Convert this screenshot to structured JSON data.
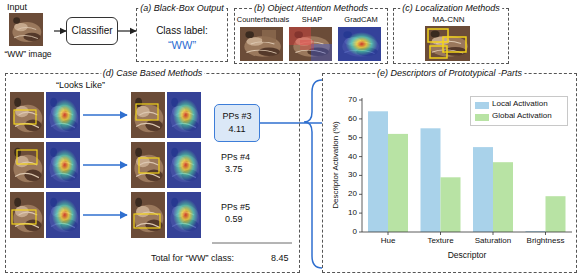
{
  "diagram": {
    "nodes": [
      {
        "text": [
          "Input",
          "“WW” image"
        ]
      },
      {
        "text": [
          "Classifier"
        ]
      },
      {
        "text": [
          "(a) Black-Box Output",
          "Class label:",
          "“WW”"
        ]
      },
      {
        "text": [
          "(b) Object Attention Methods",
          "Counterfactuals",
          "SHAP",
          "GradCAM"
        ]
      },
      {
        "text": [
          "(c) Localization Methods",
          "MA-CNN"
        ]
      },
      {
        "text": [
          "(d) Case Based Methods",
          "“Looks Like”",
          "Total for “WW” class:",
          "8.45"
        ]
      },
      {
        "text": [
          "PPs #3",
          "4.11"
        ],
        "in": 5
      },
      {
        "text": [
          "(e) Descriptors of Prototypical -Parts"
        ]
      }
    ],
    "edges": [
      {
        "from": 0,
        "to": 1,
        "arrow": "to"
      },
      {
        "from": 1,
        "to": 2,
        "arrow": "to"
      },
      {
        "from": 6,
        "to": 7,
        "arrow": "none"
      }
    ],
    "labels": [
      "PPs #4",
      "3.75",
      "PPs #5",
      "0.59",
      "70",
      "60",
      "50",
      "40",
      "30",
      "20",
      "10",
      "0",
      "Descriptor Activation (%)",
      "Hue",
      "Texture",
      "Saturation",
      "Brightness",
      "Descriptor"
    ],
    "legend": [
      {
        "text": "Local Activation",
        "color": "#a9d2ea"
      },
      {
        "text": "Global Activation",
        "color": "#b8e3a4"
      }
    ]
  }
}
